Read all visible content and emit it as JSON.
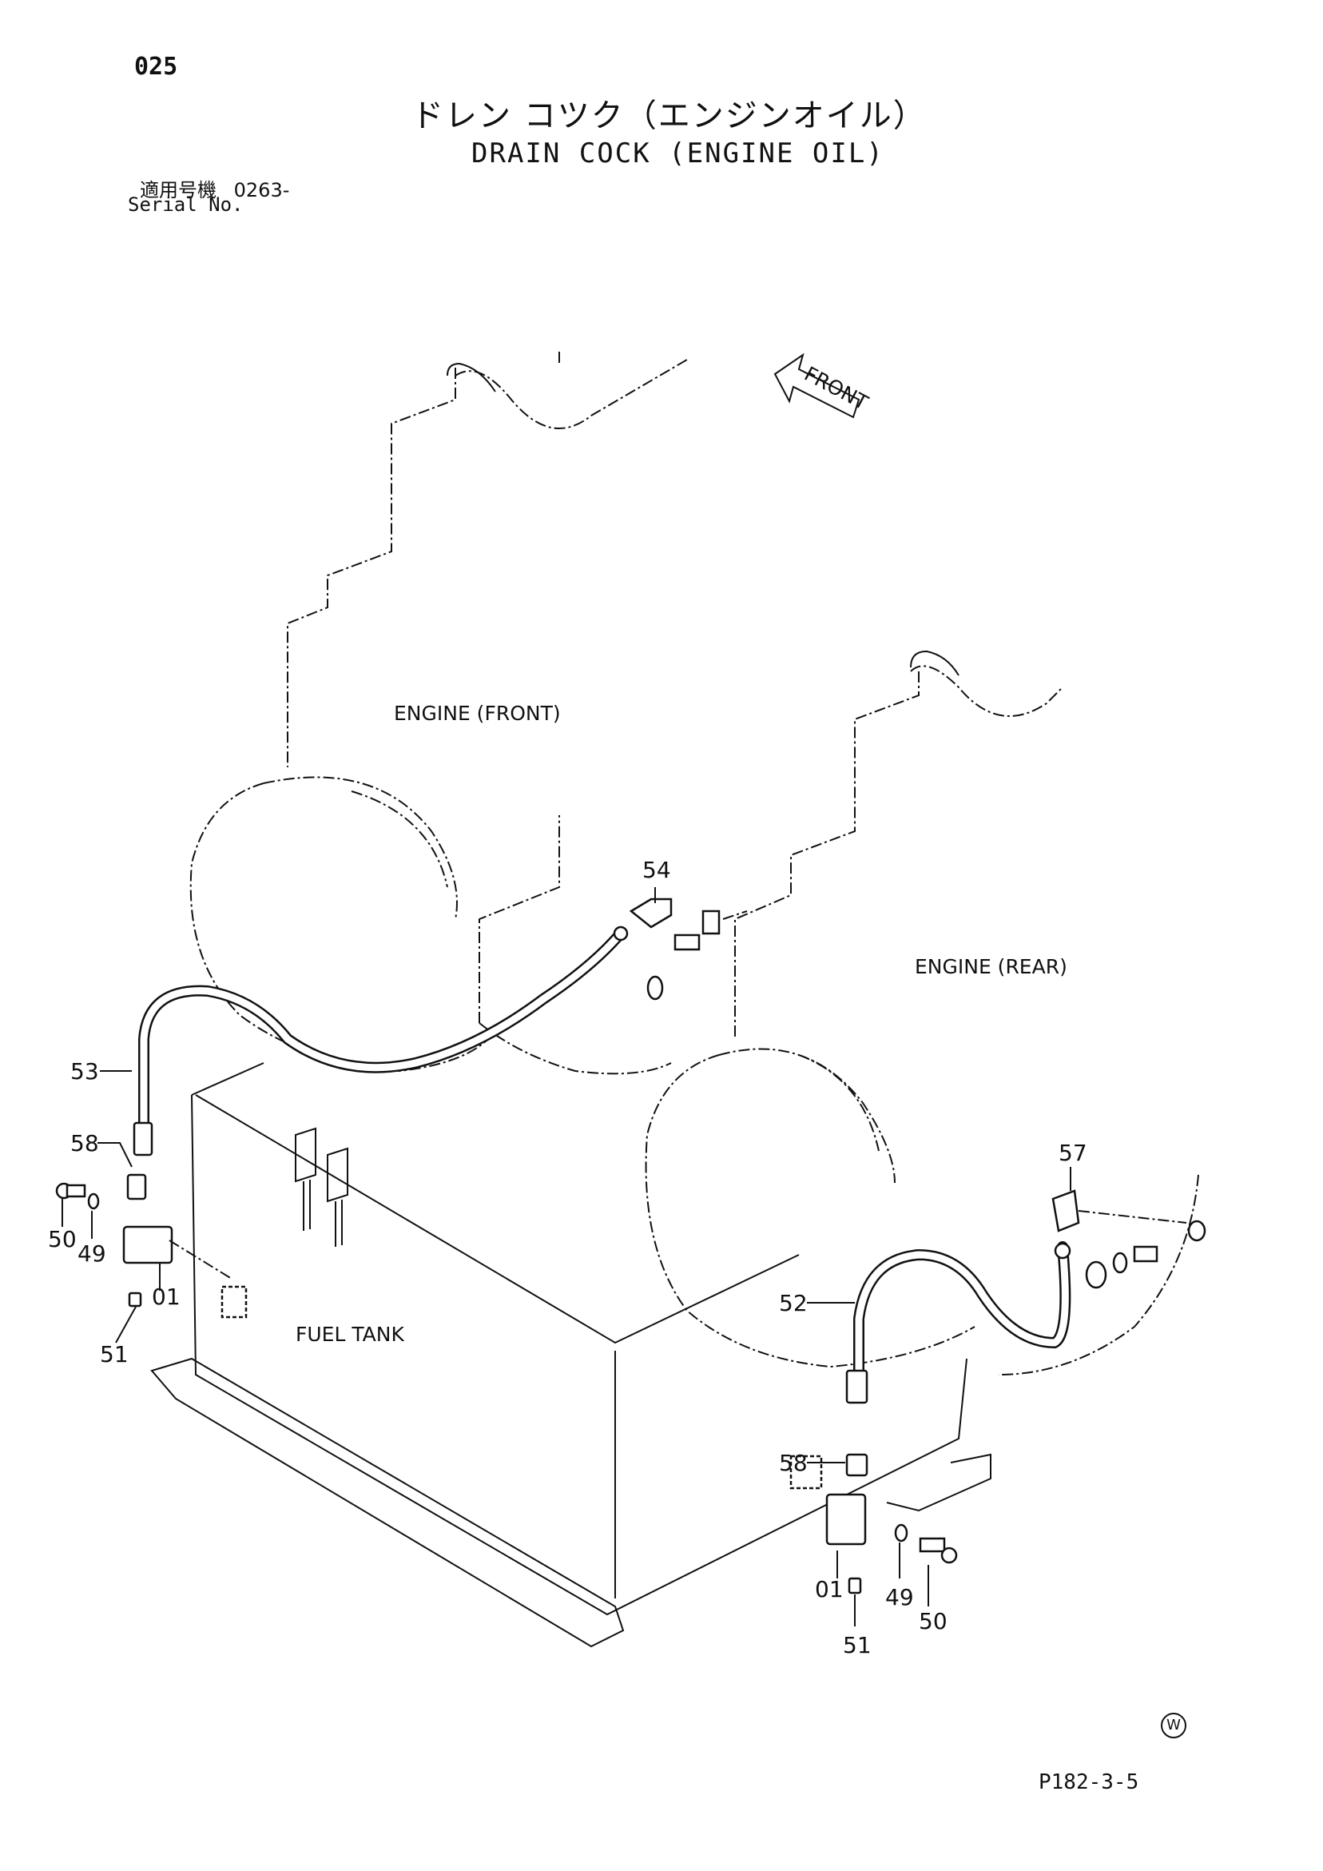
{
  "header": {
    "page_no": "025",
    "title_ja": "ドレン コツク（エンジンオイル）",
    "title_en": "DRAIN COCK (ENGINE OIL)",
    "serial_label_ja": "適用号機",
    "serial_value": "0263-",
    "serial_label_en": "Serial No."
  },
  "diagram": {
    "labels": {
      "engine_front": "ENGINE (FRONT)",
      "engine_rear": "ENGINE (REAR)",
      "fuel_tank": "FUEL TANK",
      "front_arrow": "FRONT"
    },
    "callouts": {
      "c54": "54",
      "c53": "53",
      "c58_left": "58",
      "c50_left": "50",
      "c49_left": "49",
      "c01_left": "01",
      "c51_left": "51",
      "c57": "57",
      "c52": "52",
      "c58_right": "58",
      "c01_right": "01",
      "c49_right": "49",
      "c50_right": "50",
      "c51_right": "51"
    }
  },
  "footer": {
    "ref_code": "P182-3-5",
    "mark": "W"
  }
}
